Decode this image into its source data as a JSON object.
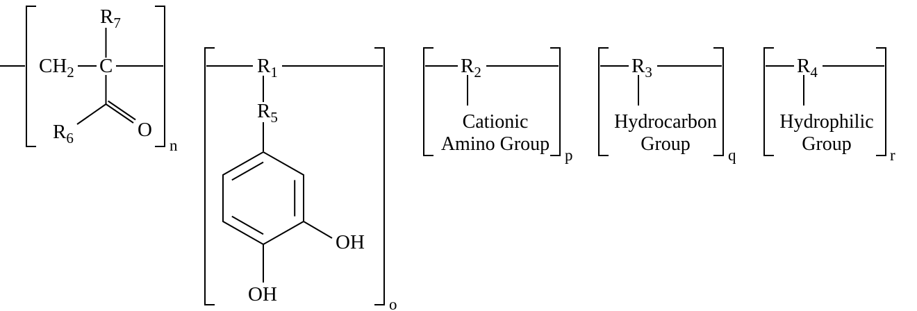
{
  "colors": {
    "ink": "#000000",
    "background": "#ffffff"
  },
  "formula": {
    "unit1": {
      "ch2": {
        "base": "CH",
        "sub": "2"
      },
      "carbon": "C",
      "r7": {
        "base": "R",
        "sub": "7"
      },
      "r6": {
        "base": "R",
        "sub": "6"
      },
      "oxygen": "O",
      "repeat_subscript": "n"
    },
    "unit2": {
      "r1": {
        "base": "R",
        "sub": "1"
      },
      "r5": {
        "base": "R",
        "sub": "5"
      },
      "hydroxyl_right": "OH",
      "hydroxyl_bottom": "OH",
      "repeat_subscript": "o"
    },
    "unit3": {
      "r2": {
        "base": "R",
        "sub": "2"
      },
      "group_label_line1": "Cationic",
      "group_label_line2": "Amino Group",
      "repeat_subscript": "p"
    },
    "unit4": {
      "r3": {
        "base": "R",
        "sub": "3"
      },
      "group_label_line1": "Hydrocarbon",
      "group_label_line2": "Group",
      "repeat_subscript": "q"
    },
    "unit5": {
      "r4": {
        "base": "R",
        "sub": "4"
      },
      "group_label_line1": "Hydrophilic",
      "group_label_line2": "Group",
      "repeat_subscript": "r"
    }
  }
}
